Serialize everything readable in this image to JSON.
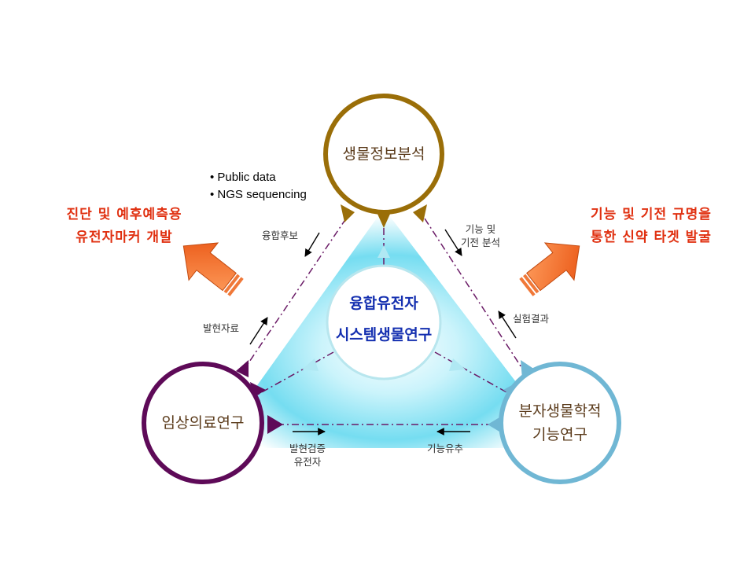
{
  "circles": {
    "top": {
      "label": "생물정보분석",
      "color": "#9a6e08"
    },
    "left": {
      "label": "임상의료연구",
      "color": "#5e0a58"
    },
    "right": {
      "line1": "분자생물학적",
      "line2": "기능연구",
      "color": "#70b7d4"
    }
  },
  "center": {
    "line1": "융합유전자",
    "line2": "시스템생물연구",
    "color": "#1530b0"
  },
  "bullets": [
    "• Public data",
    "• NGS sequencing"
  ],
  "edge_labels": {
    "fusion_candidates": "융합후보",
    "expression_data": "발현자료",
    "function_mechanism_line1": "기능 및",
    "function_mechanism_line2": "기전 분석",
    "experiment_results": "실험결과",
    "validated_line1": "발현검증",
    "validated_line2": "유전자",
    "function_inference": "기능유추"
  },
  "outcomes": {
    "left_line1": "진단 및 예후예측용",
    "left_line2": "유전자마커 개발",
    "right_line1": "기능 및 기전 규명을",
    "right_line2": "통한 신약 타겟 발굴",
    "color": "#e03010"
  }
}
